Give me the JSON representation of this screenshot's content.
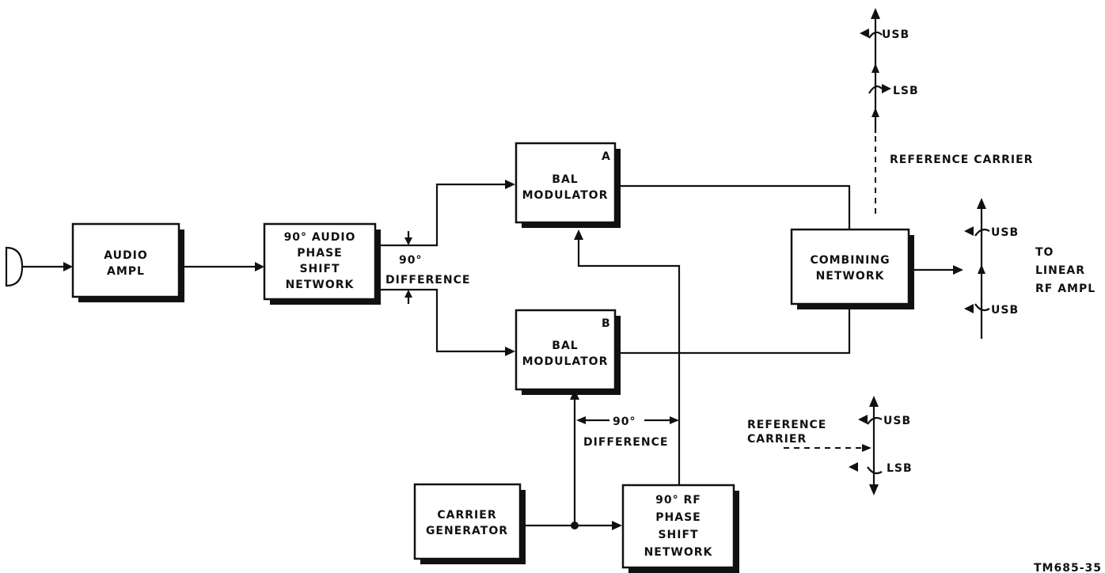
{
  "blocks": {
    "audio_ampl": [
      "AUDIO",
      "AMPL"
    ],
    "audio_phase_shift": [
      "90° AUDIO",
      "PHASE",
      "SHIFT",
      "NETWORK"
    ],
    "bal_mod_a": [
      "BAL",
      "MODULATOR"
    ],
    "bal_mod_a_tag": "A",
    "bal_mod_b": [
      "BAL",
      "MODULATOR"
    ],
    "bal_mod_b_tag": "B",
    "combining_network": [
      "COMBINING",
      "NETWORK"
    ],
    "carrier_generator": [
      "CARRIER",
      "GENERATOR"
    ],
    "rf_phase_shift": [
      "90° RF",
      "PHASE",
      "SHIFT",
      "NETWORK"
    ]
  },
  "labels": {
    "audio_diff_top": "90°",
    "audio_diff_bottom": "DIFFERENCE",
    "rf_diff_top": "90°",
    "rf_diff_bottom": "DIFFERENCE",
    "ref_carrier_top": "REFERENCE CARRIER",
    "ref_carrier_bottom": [
      "REFERENCE",
      "CARRIER"
    ],
    "output": [
      "TO",
      "LINEAR",
      "RF AMPL"
    ],
    "figure_id": "TM685-35"
  },
  "sidebands": {
    "top_upper": "USB",
    "top_lower": "LSB",
    "output_upper": "USB",
    "output_lower": "USB",
    "bottom_upper": "USB",
    "bottom_lower": "LSB"
  }
}
